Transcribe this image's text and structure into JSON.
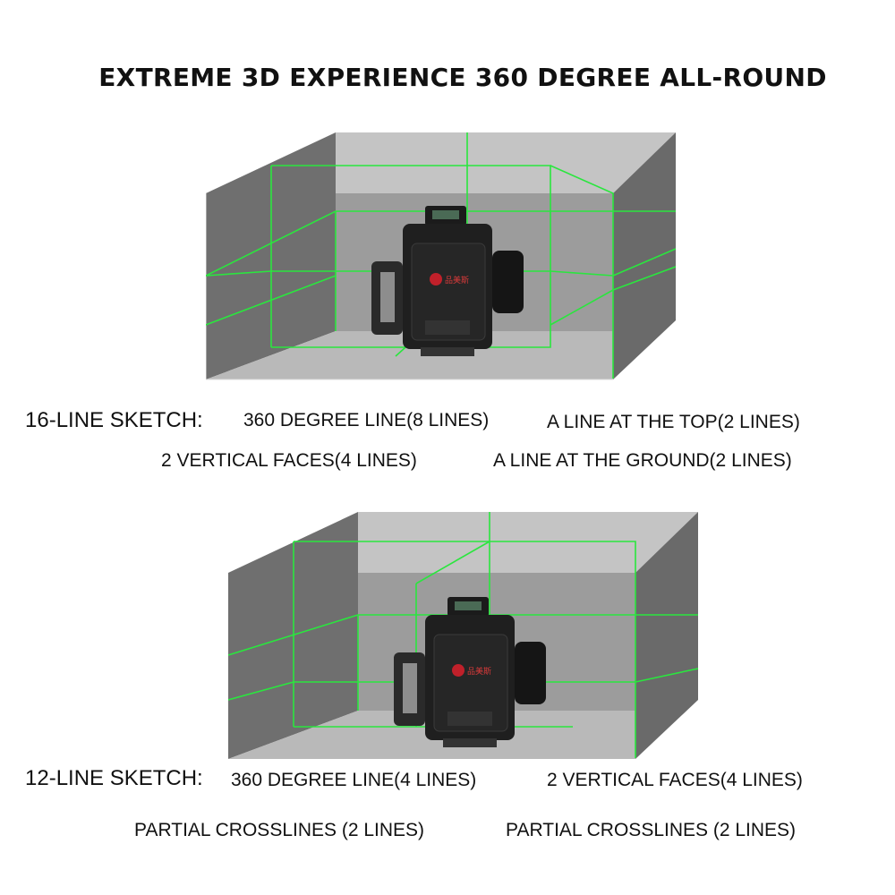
{
  "title": "EXTREME 3D EXPERIENCE 360 DEGREE ALL-ROUND",
  "colors": {
    "laser": "#22e03a",
    "wall_dark": "#6e6e6e",
    "wall_light": "#a6a6a6",
    "floor": "#bdbdbd",
    "ceiling": "#c9c9c9",
    "back": "#9a9a9a"
  },
  "device": {
    "brand_text": "品美斯",
    "icon": "laser-level-device"
  },
  "sketch16": {
    "heading": "16-LINE SKETCH:",
    "line1": "360 DEGREE LINE(8 LINES)",
    "line2": "A LINE AT THE TOP(2 LINES)",
    "line3": "2 VERTICAL FACES(4 LINES)",
    "line4": "A LINE AT THE GROUND(2 LINES)"
  },
  "sketch12": {
    "heading": "12-LINE SKETCH:",
    "line1": "360 DEGREE LINE(4 LINES)",
    "line2": "2 VERTICAL FACES(4 LINES)",
    "line3": "PARTIAL CROSSLINES (2 LINES)",
    "line4": "PARTIAL CROSSLINES (2 LINES)"
  }
}
